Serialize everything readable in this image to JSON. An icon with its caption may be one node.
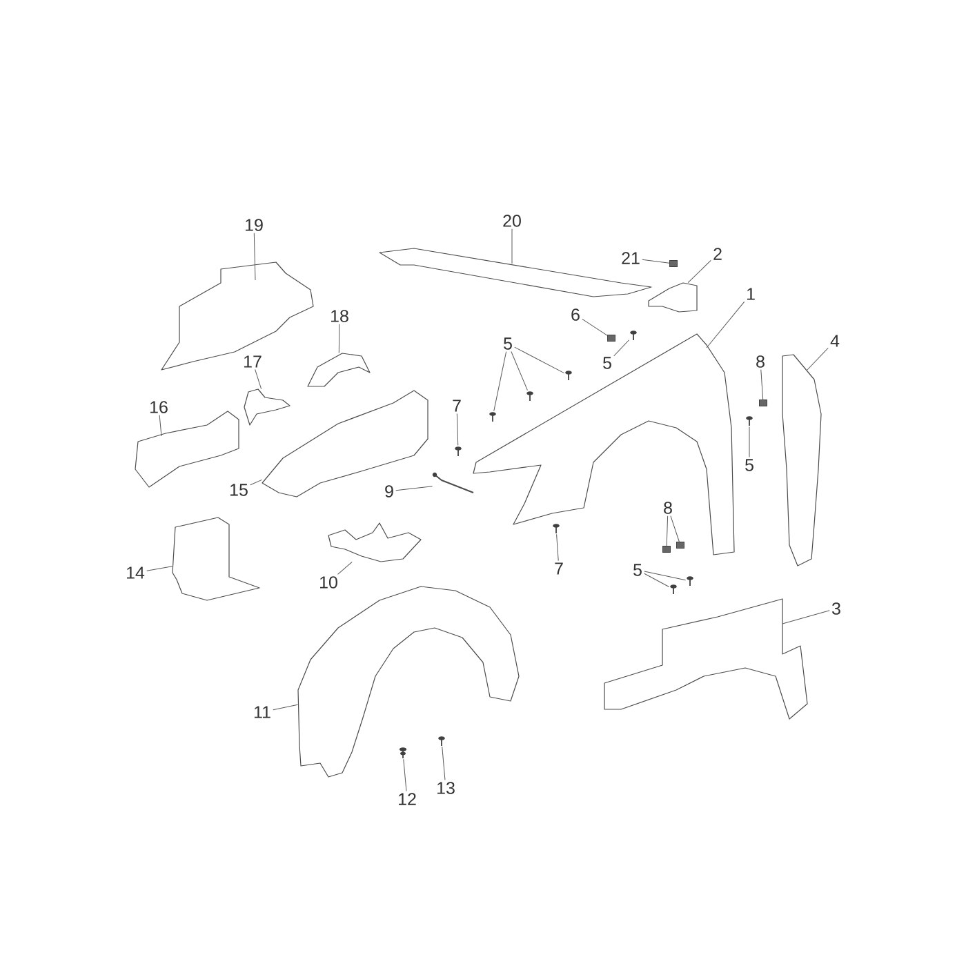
{
  "diagram": {
    "nodes": [
      {
        "text": [
          "19"
        ]
      },
      {
        "text": [],
        "shape": "picture"
      },
      {
        "text": [
          "20"
        ]
      },
      {
        "text": [],
        "shape": "picture"
      },
      {
        "text": [
          "21"
        ]
      },
      {
        "text": [],
        "shape": "box"
      },
      {
        "text": [
          "2"
        ]
      },
      {
        "text": [],
        "shape": "picture"
      },
      {
        "text": [
          "1"
        ]
      },
      {
        "text": [],
        "shape": "picture"
      },
      {
        "text": [
          "18"
        ]
      },
      {
        "text": [],
        "shape": "picture"
      },
      {
        "text": [
          "6"
        ]
      },
      {
        "text": [],
        "shape": "box"
      },
      {
        "text": [
          "5"
        ]
      },
      {
        "text": [],
        "shape": "picture"
      },
      {
        "text": [],
        "shape": "picture"
      },
      {
        "text": [],
        "shape": "picture"
      },
      {
        "text": [
          "5"
        ]
      },
      {
        "text": [],
        "shape": "picture"
      },
      {
        "text": [
          "4"
        ]
      },
      {
        "text": [],
        "shape": "picture"
      },
      {
        "text": [
          "8"
        ]
      },
      {
        "text": [],
        "shape": "box"
      },
      {
        "text": [
          "17"
        ]
      },
      {
        "text": [],
        "shape": "picture"
      },
      {
        "text": [
          "16"
        ]
      },
      {
        "text": [],
        "shape": "picture"
      },
      {
        "text": [
          "7"
        ]
      },
      {
        "text": [],
        "shape": "picture"
      },
      {
        "text": [
          "5"
        ]
      },
      {
        "text": [],
        "shape": "picture"
      },
      {
        "text": [
          "15"
        ]
      },
      {
        "text": [],
        "shape": "picture"
      },
      {
        "text": [
          "9"
        ]
      },
      {
        "text": [],
        "shape": "picture"
      },
      {
        "text": [
          "8"
        ]
      },
      {
        "text": [],
        "shape": "box"
      },
      {
        "text": [],
        "shape": "box"
      },
      {
        "text": [
          "14"
        ]
      },
      {
        "text": [],
        "shape": "picture"
      },
      {
        "text": [
          "10"
        ]
      },
      {
        "text": [],
        "shape": "picture"
      },
      {
        "text": [
          "7"
        ]
      },
      {
        "text": [],
        "shape": "picture"
      },
      {
        "text": [
          "5"
        ]
      },
      {
        "text": [],
        "shape": "picture"
      },
      {
        "text": [],
        "shape": "picture"
      },
      {
        "text": [
          "3"
        ]
      },
      {
        "text": [],
        "shape": "picture"
      },
      {
        "text": [
          "11"
        ]
      },
      {
        "text": [],
        "shape": "picture"
      },
      {
        "text": [
          "13"
        ]
      },
      {
        "text": [],
        "shape": "picture"
      },
      {
        "text": [
          "12"
        ]
      },
      {
        "text": [],
        "shape": "picture"
      }
    ],
    "edges": [
      {
        "from": 0,
        "to": 1,
        "arrow": "none"
      },
      {
        "from": 2,
        "to": 3,
        "arrow": "none"
      },
      {
        "from": 4,
        "to": 5,
        "arrow": "none"
      },
      {
        "from": 6,
        "to": 7,
        "arrow": "none"
      },
      {
        "from": 8,
        "to": 9,
        "arrow": "none"
      },
      {
        "from": 10,
        "to": 11,
        "arrow": "none"
      },
      {
        "from": 12,
        "to": 13,
        "arrow": "none"
      },
      {
        "from": 14,
        "to": 15,
        "arrow": "none"
      },
      {
        "from": 14,
        "to": 16,
        "arrow": "none"
      },
      {
        "from": 14,
        "to": 17,
        "arrow": "none"
      },
      {
        "from": 18,
        "to": 19,
        "arrow": "none"
      },
      {
        "from": 20,
        "to": 21,
        "arrow": "none"
      },
      {
        "from": 22,
        "to": 23,
        "arrow": "none"
      },
      {
        "from": 24,
        "to": 25,
        "arrow": "none"
      },
      {
        "from": 26,
        "to": 27,
        "arrow": "none"
      },
      {
        "from": 28,
        "to": 29,
        "arrow": "none"
      },
      {
        "from": 30,
        "to": 31,
        "arrow": "none"
      },
      {
        "from": 32,
        "to": 33,
        "arrow": "none"
      },
      {
        "from": 34,
        "to": 35,
        "arrow": "none"
      },
      {
        "from": 36,
        "to": 37,
        "arrow": "none"
      },
      {
        "from": 36,
        "to": 38,
        "arrow": "none"
      },
      {
        "from": 39,
        "to": 40,
        "arrow": "none"
      },
      {
        "from": 41,
        "to": 42,
        "arrow": "none"
      },
      {
        "from": 43,
        "to": 44,
        "arrow": "none"
      },
      {
        "from": 45,
        "to": 46,
        "arrow": "none"
      },
      {
        "from": 45,
        "to": 47,
        "arrow": "none"
      },
      {
        "from": 48,
        "to": 49,
        "arrow": "none"
      },
      {
        "from": 50,
        "to": 51,
        "arrow": "none"
      },
      {
        "from": 52,
        "to": 53,
        "arrow": "none"
      },
      {
        "from": 54,
        "to": 55,
        "arrow": "none"
      }
    ]
  }
}
